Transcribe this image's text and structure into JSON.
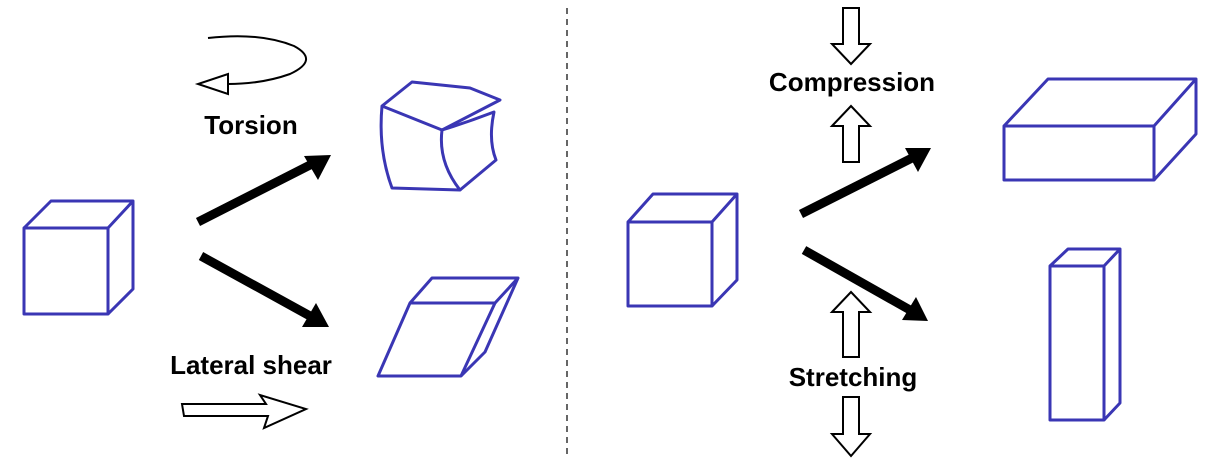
{
  "labels": {
    "torsion": "Torsion",
    "lateral_shear": "Lateral shear",
    "compression": "Compression",
    "stretching": "Stretching"
  },
  "colors": {
    "shape_stroke": "#3a36b4",
    "arrow_fill": "#000000",
    "divider": "#333333",
    "text": "#000000"
  }
}
